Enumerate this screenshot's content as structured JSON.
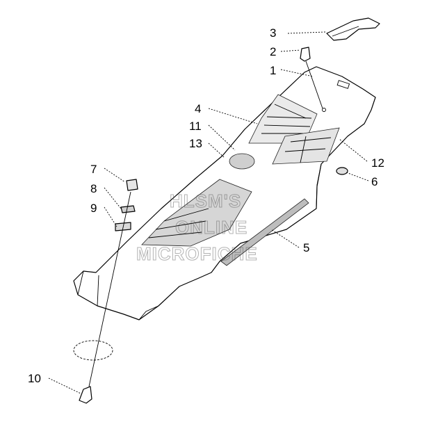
{
  "callouts": [
    {
      "id": "1",
      "text": "1"
    },
    {
      "id": "2",
      "text": "2"
    },
    {
      "id": "3",
      "text": "3"
    },
    {
      "id": "4",
      "text": "4"
    },
    {
      "id": "5",
      "text": "5"
    },
    {
      "id": "6",
      "text": "6"
    },
    {
      "id": "7",
      "text": "7"
    },
    {
      "id": "8",
      "text": "8"
    },
    {
      "id": "9",
      "text": "9"
    },
    {
      "id": "10",
      "text": "10"
    },
    {
      "id": "11",
      "text": "11"
    },
    {
      "id": "12",
      "text": "12"
    },
    {
      "id": "13",
      "text": "13"
    }
  ],
  "watermark": {
    "line1": "HLSM'S",
    "line2": "ONLINE",
    "line3": "MICROFICHE"
  }
}
